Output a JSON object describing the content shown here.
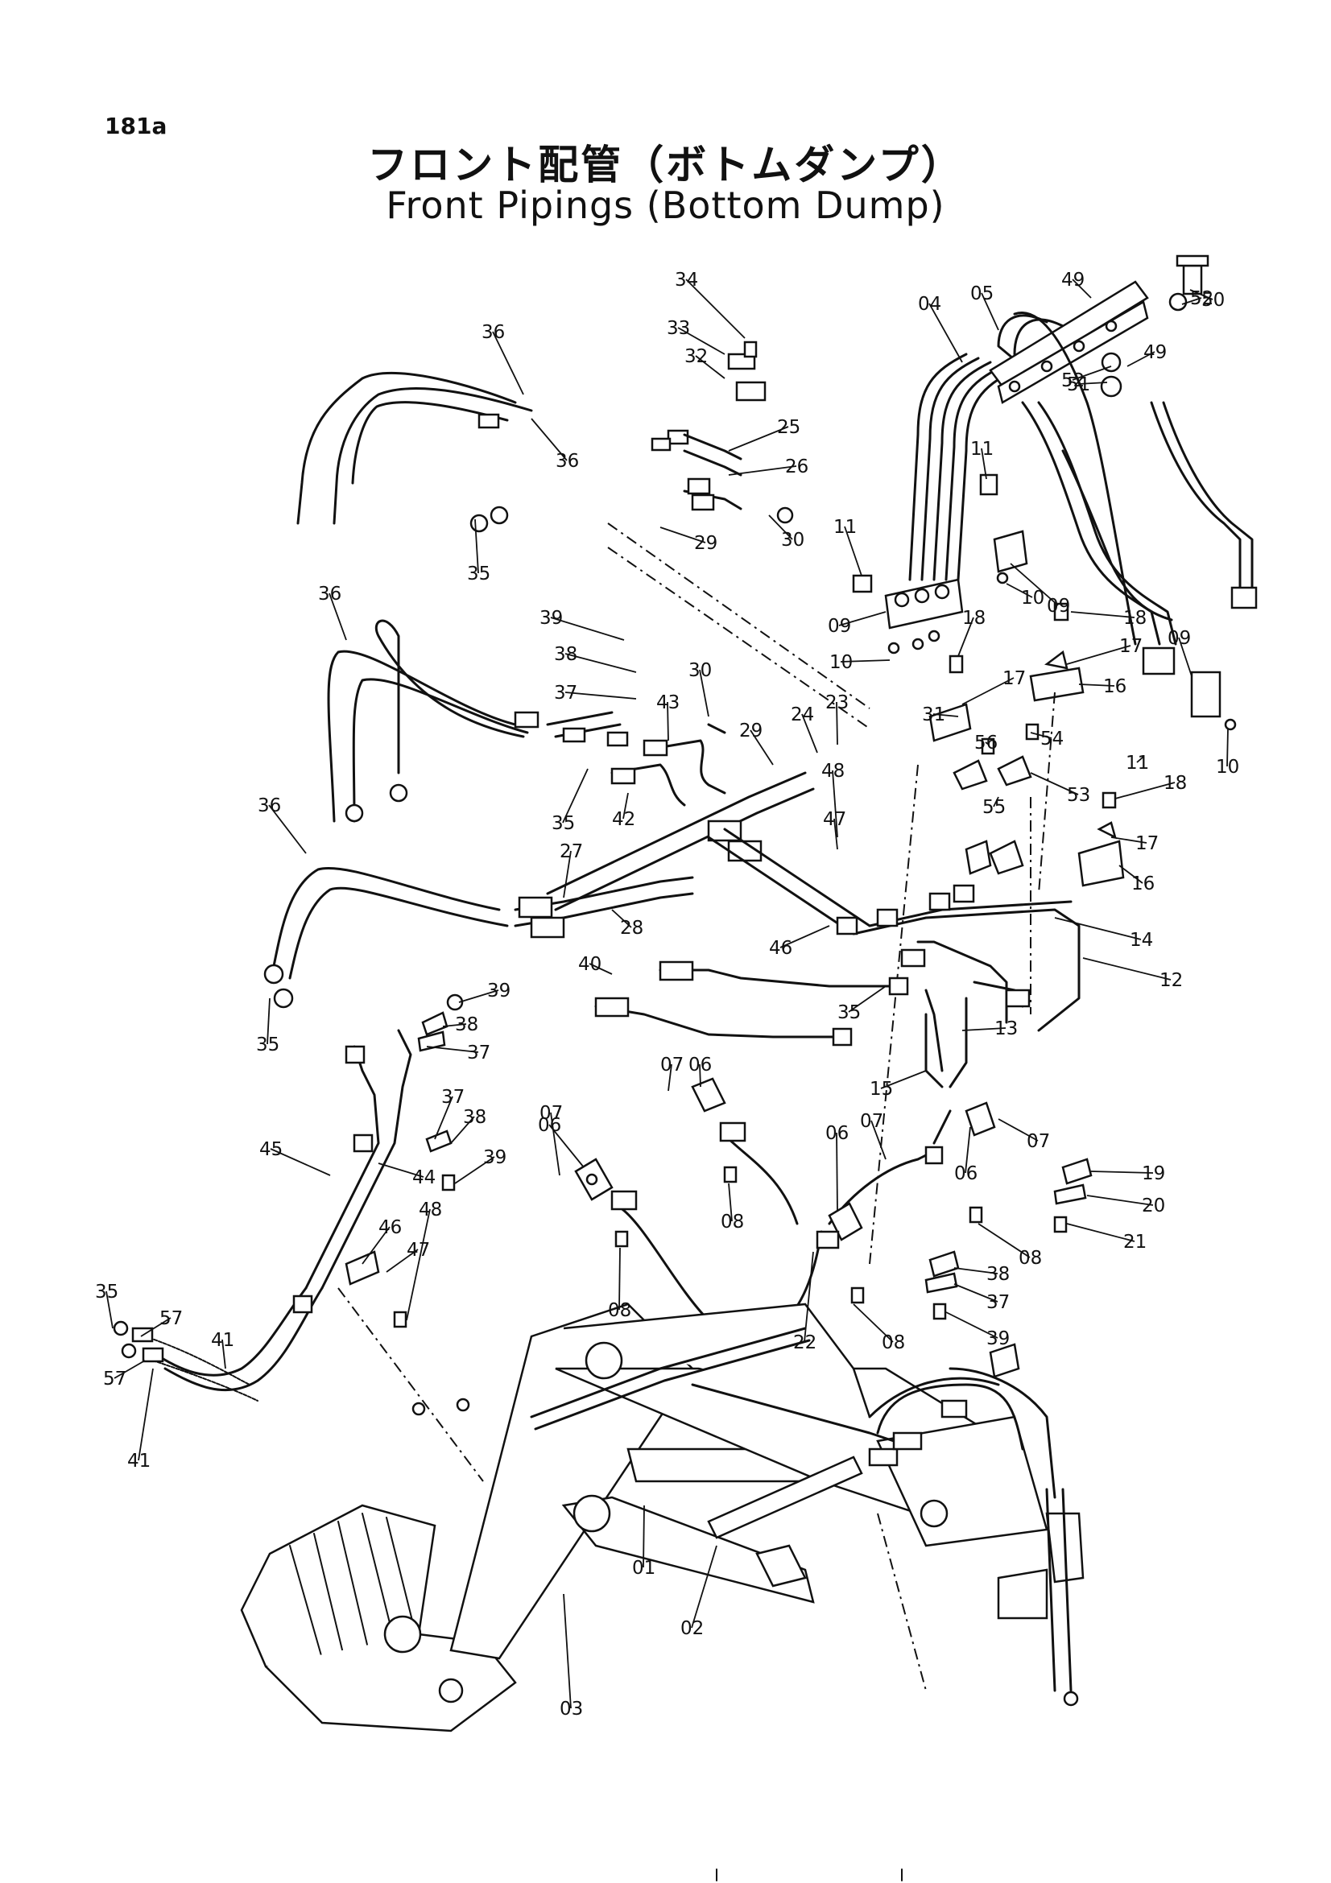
{
  "page_code": "181a",
  "title_ja": "フロント配管（ボトムダンプ）",
  "title_en": "Front Pipings (Bottom Dump)",
  "callouts": [
    "01",
    "02",
    "03",
    "04",
    "05",
    "06",
    "06",
    "06",
    "06",
    "07",
    "07",
    "07",
    "07",
    "08",
    "08",
    "08",
    "08",
    "09",
    "09",
    "09",
    "10",
    "10",
    "10",
    "11",
    "11",
    "11",
    "12",
    "13",
    "14",
    "15",
    "16",
    "16",
    "17",
    "17",
    "17",
    "18",
    "18",
    "18",
    "19",
    "20",
    "21",
    "22",
    "23",
    "24",
    "25",
    "26",
    "27",
    "28",
    "29",
    "29",
    "30",
    "30",
    "31",
    "32",
    "33",
    "34",
    "35",
    "35",
    "35",
    "35",
    "35",
    "36",
    "36",
    "36",
    "36",
    "37",
    "37",
    "37",
    "37",
    "38",
    "38",
    "38",
    "38",
    "39",
    "39",
    "39",
    "39",
    "40",
    "41",
    "41",
    "42",
    "43",
    "44",
    "45",
    "46",
    "46",
    "47",
    "47",
    "48",
    "48",
    "49",
    "49",
    "50",
    "51",
    "52",
    "52",
    "53",
    "54",
    "55",
    "56",
    "57",
    "57"
  ]
}
